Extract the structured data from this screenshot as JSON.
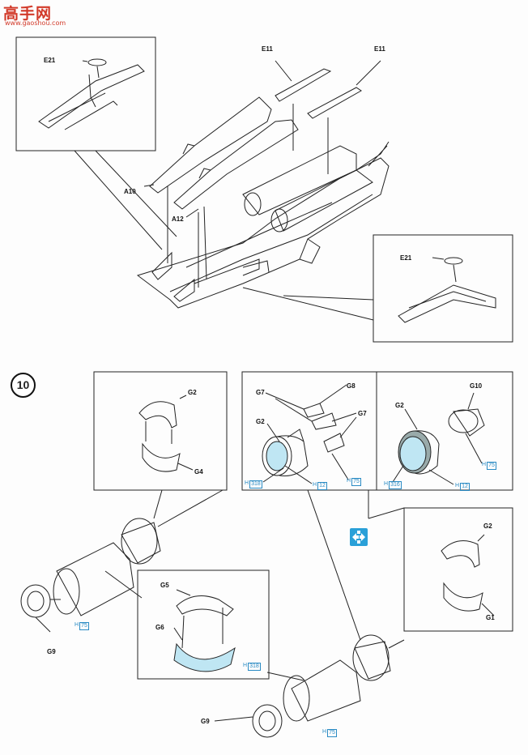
{
  "watermark": {
    "logo": "高手网",
    "url": "www.gaoshou.com"
  },
  "step_number": "10",
  "parts": {
    "e21_a": "E21",
    "e11_a": "E11",
    "e11_b": "E11",
    "a10": "A10",
    "a12": "A12",
    "e21_b": "E21",
    "g2_a": "G2",
    "g4": "G4",
    "g7_a": "G7",
    "g8": "G8",
    "g2_b": "G2",
    "g7_b": "G7",
    "g10": "G10",
    "g2_c": "G2",
    "g2_d": "G2",
    "g1": "G1",
    "g5": "G5",
    "g6": "G6",
    "g9_a": "G9",
    "g9_b": "G9"
  },
  "paints": {
    "h318_a": "318",
    "h12_a": "12",
    "h75_a": "75",
    "h316": "316",
    "h12_b": "12",
    "h75_b": "75",
    "h75_c": "75",
    "h318_b": "318",
    "h75_d": "75",
    "h_prefix": "H"
  },
  "colors": {
    "paint_blue": "#2a8bc4",
    "accent_blue": "#2aa0d8",
    "watermark_red": "#d23a2a",
    "ink": "#111111"
  }
}
